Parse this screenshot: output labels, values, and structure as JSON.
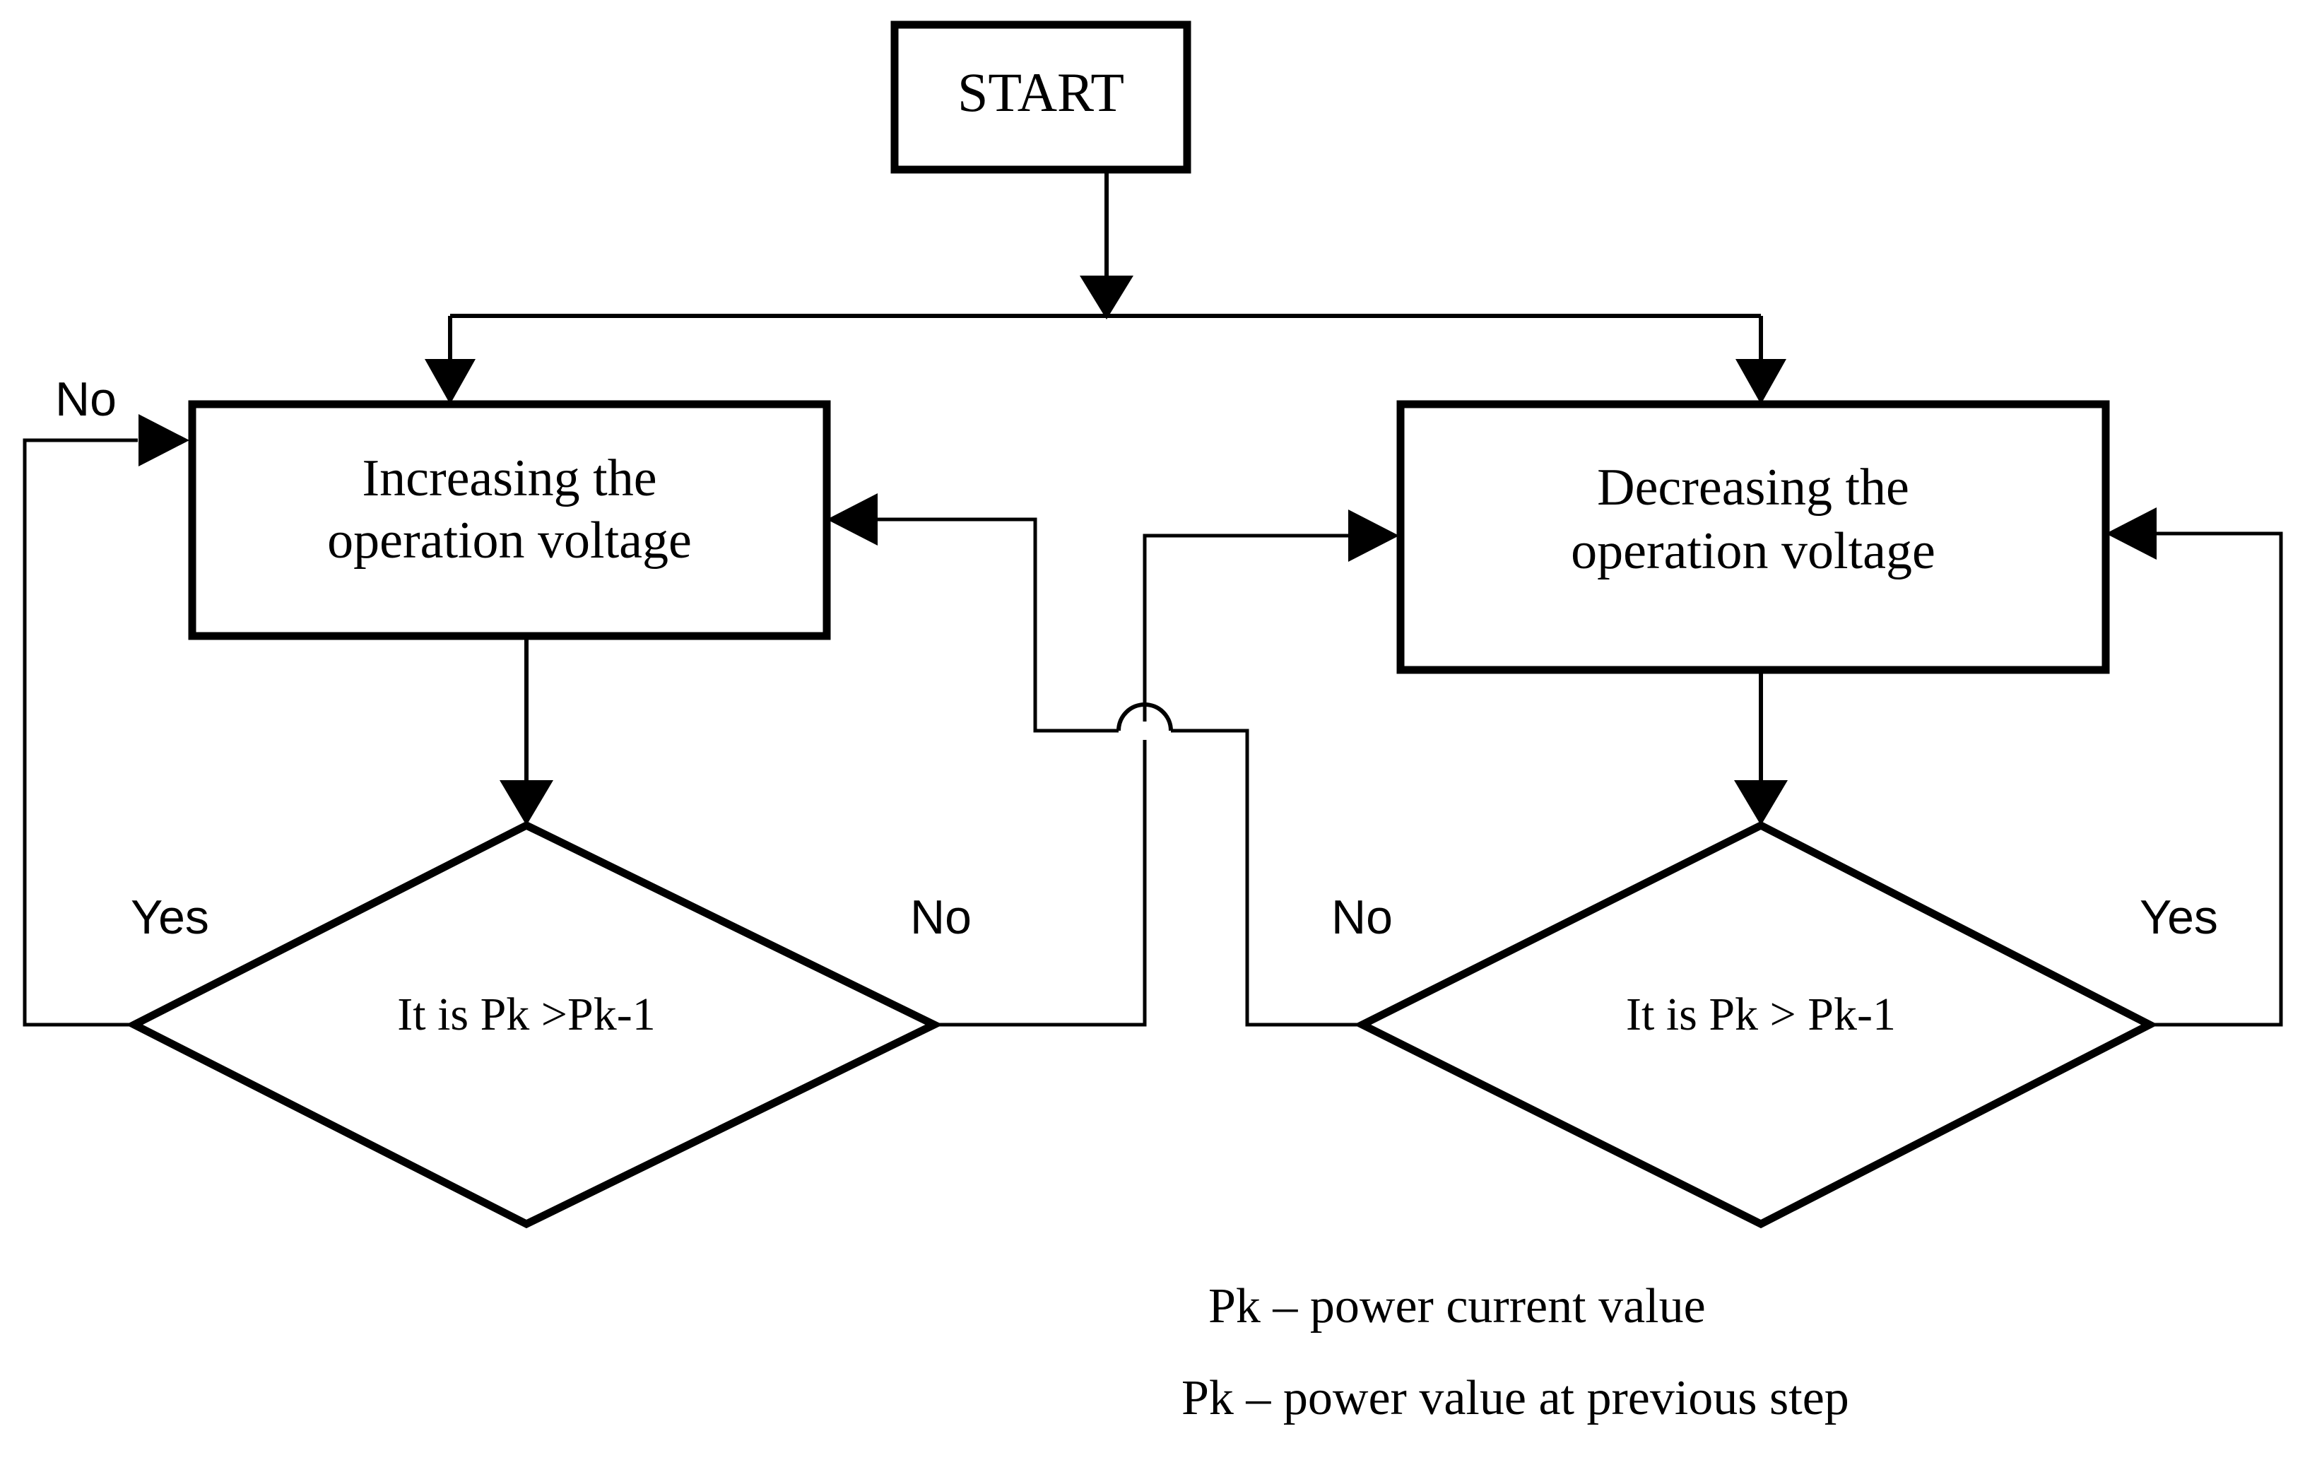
{
  "diagram": {
    "title_node": {
      "label": "START"
    },
    "process_nodes": [
      {
        "id": "increase",
        "line1": "Increasing the",
        "line2": "operation voltage"
      },
      {
        "id": "decrease",
        "line1": "Decreasing the",
        "line2": "operation voltage"
      }
    ],
    "decision_nodes": [
      {
        "id": "decision-left",
        "label": "It is Pk >Pk-1"
      },
      {
        "id": "decision-right",
        "label": "It is Pk > Pk-1"
      }
    ],
    "branch_labels": {
      "left_outer_no": "No",
      "left_yes": "Yes",
      "left_no": "No",
      "right_no": "No",
      "right_yes": "Yes"
    },
    "legend": [
      "Pk – power current value",
      "Pk – power value at previous step"
    ],
    "colors": {
      "background": "#ffffff",
      "stroke": "#000000",
      "text": "#000000"
    }
  }
}
